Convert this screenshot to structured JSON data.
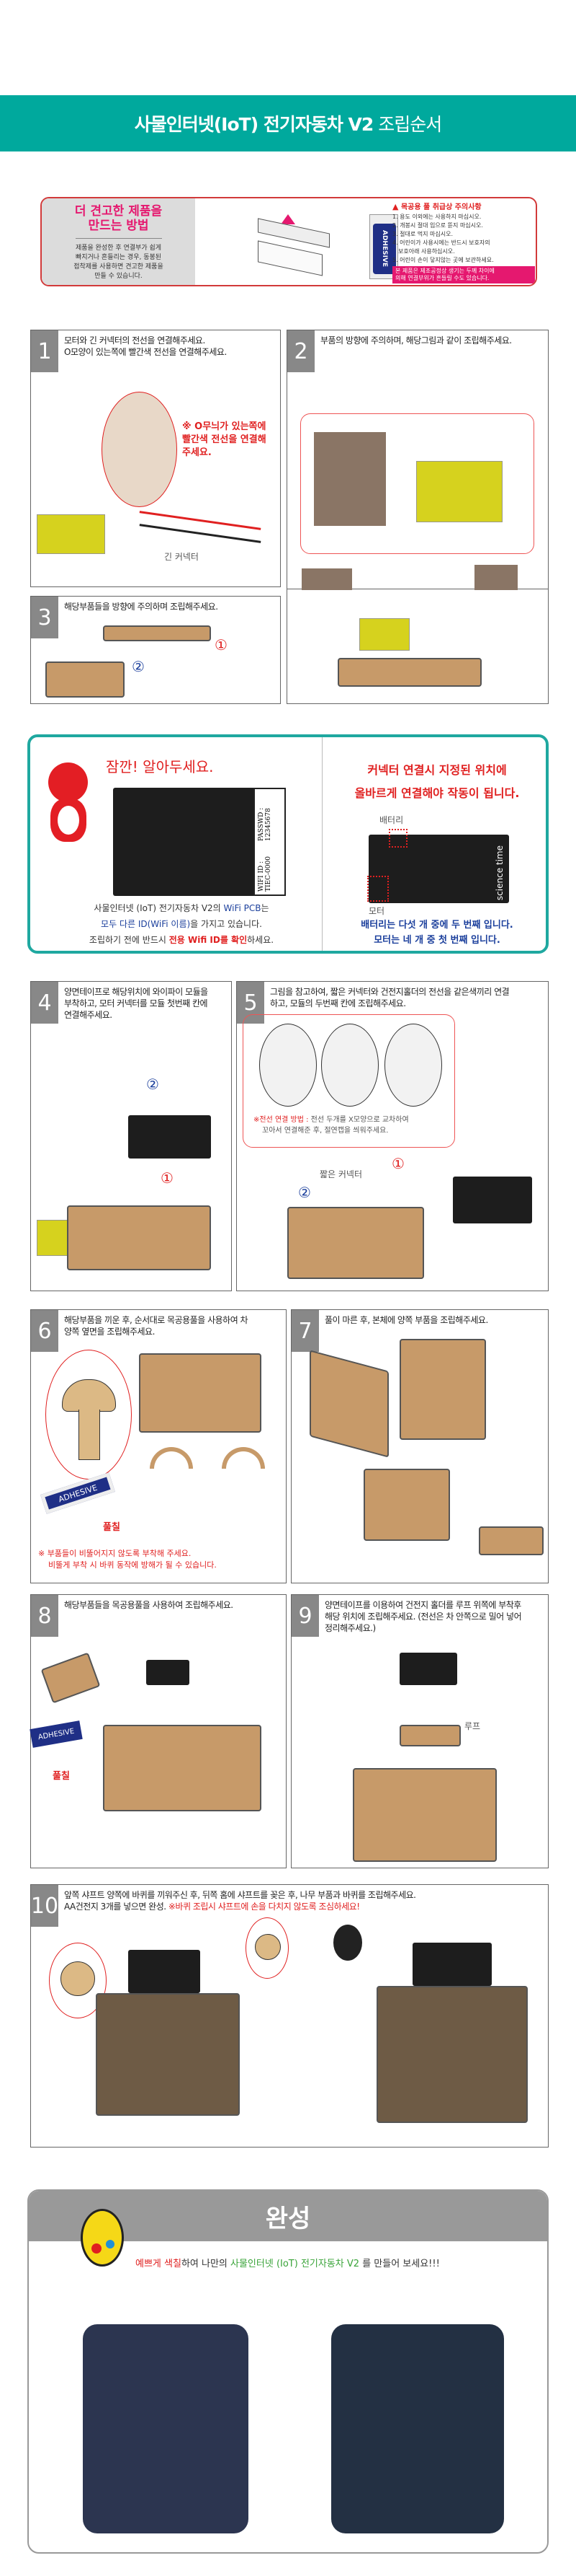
{
  "header": {
    "title": "사물인터넷(IoT) 전기자동차 V2",
    "subtitle": "조립순서"
  },
  "tip": {
    "title_line1": "더 견고한 제품을",
    "title_line2": "만드는 방법",
    "body": [
      "제품을 완성한 후 연결부가 쉽게",
      "빠지거나 흔들리는 경우, 동봉된",
      "접착제를 사용하면 견고한 제품을",
      "만들 수 있습니다."
    ],
    "adhesive_label": "ADHESIVE",
    "warning_title": "목공용 풀 취급상 주의사항",
    "warnings": [
      "1. 용도 이외에는 사용하지 마십시오.",
      "2. 개봉시 절대 입으로 뜯지 마십시오.",
      "3. 절대로 먹지 마십시오.",
      "4. 어린이가 사용시에는 반드시 보호자의",
      "   보호아래 사용하십시오.",
      "5. 어린이 손이 닿지않는 곳에 보관하세요."
    ],
    "warning_bar": [
      "본 제품은 제조공정상 생기는 두께 차이에",
      "의해 연결부위가 흔들릴 수도 있습니다."
    ]
  },
  "steps": [
    {
      "num": "1",
      "text": [
        "모터와 긴 커넥터의 전선을 연결해주세요.",
        "O모양이 있는쪽에 빨간색 전선을 연결해주세요."
      ],
      "note": "※ O무늬가 있는쪽에 빨간색 전선을 연결해 주세요.",
      "label": "긴 커넥터"
    },
    {
      "num": "2",
      "text": [
        "부품의 방향에 주의하며, 해당그림과 같이 조립해주세요."
      ]
    },
    {
      "num": "3",
      "text": [
        "해당부품들을 방향에 주의하며 조립해주세요."
      ],
      "marks": [
        "①",
        "②"
      ]
    },
    {
      "num": "4",
      "text": [
        "양면테이프로 해당위치에 와이파이 모듈을",
        "부착하고, 모터 커넥터를 모듈 첫번째 칸에",
        "연결해주세요."
      ],
      "marks": [
        "②",
        "①"
      ]
    },
    {
      "num": "5",
      "text": [
        "그림을 참고하여, 짧은 커넥터와 건전지홀더의 전선을 같은색끼리 연결",
        "하고, 모듈의 두번째 칸에 조립해주세요."
      ],
      "method_label": "※전선 연결 방법 :",
      "method_text": "전선 두개를 X모양으로 교차하여",
      "method_text2": "꼬아서 연결해준 후, 절연캡을 씌워주세요.",
      "label": "짧은 커넥터",
      "marks": [
        "①",
        "②"
      ]
    },
    {
      "num": "6",
      "text": [
        "해당부품을 끼운 후, 순서대로 목공용풀을 사용하여 차",
        "양쪽 옆면을 조립해주세요."
      ],
      "glue": "풀칠",
      "note": [
        "※ 부품들이 비뚤어지지 않도록 부착해 주세요.",
        "비뚤게 부착 시 바퀴 동작에 방해가 될 수 있습니다."
      ]
    },
    {
      "num": "7",
      "text": [
        "풀이 마른 후, 본체에 양쪽 부품을 조립해주세요."
      ]
    },
    {
      "num": "8",
      "text": [
        "해당부품들을 목공용풀을 사용하여 조립해주세요."
      ],
      "glue": "풀칠"
    },
    {
      "num": "9",
      "text": [
        "양면테이프를 이용하여 건전지 홀더를 루프 위쪽에 부착후",
        "해당 위치에 조립해주세요. (전선은 차 안쪽으로 밀어 넣어",
        "정리해주세요.)"
      ],
      "label": "루프"
    },
    {
      "num": "10",
      "text": [
        "앞쪽 샤프트 양쪽에 바퀴를 끼워주신 후, 뒤쪽 홈에 샤프트를 꽂은 후, 나무 부품과 바퀴를 조립해주세요."
      ],
      "text2": "AA건전지 3개를 넣으면 완성.",
      "warn": "※바퀴 조립시 샤프트에 손을 다치지 않도록 조심하세요!"
    }
  ],
  "notice": {
    "title": "잠깐! 알아두세요.",
    "wifi_id": "WIFI ID : TIEC-0000",
    "passwd": "PASSWD : 12345678",
    "line1a": "사물인터넷 (IoT) 전기자동차 V2의 ",
    "line1b": "WiFi PCB",
    "line1c": "는",
    "line2a": "모두 다른 ID(WiFi 이름)",
    "line2b": "을 가지고 있습니다.",
    "line3a": "조립하기 전에 반드시 ",
    "line3b": "전용 Wifi ID를 확인",
    "line3c": "하세요.",
    "right_title1": "커넥터 연결시 지정된 위치에",
    "right_title2": "올바르게 연결해야 작동이 됩니다.",
    "battery_label": "배터리",
    "motor_label": "모터",
    "brand": "science time",
    "right_text1": "배터리는 다섯 개 중에 두 번째 입니다.",
    "right_text2": "모터는 네 개 중 첫 번째 입니다."
  },
  "done": {
    "title": "완성",
    "p1": "예쁘게 색칠",
    "p2": "하여 나만의 ",
    "p3": "사물인터넷 (IoT) 전기자동차 V2",
    "p4": " 를 만들어 보세요!!!"
  }
}
